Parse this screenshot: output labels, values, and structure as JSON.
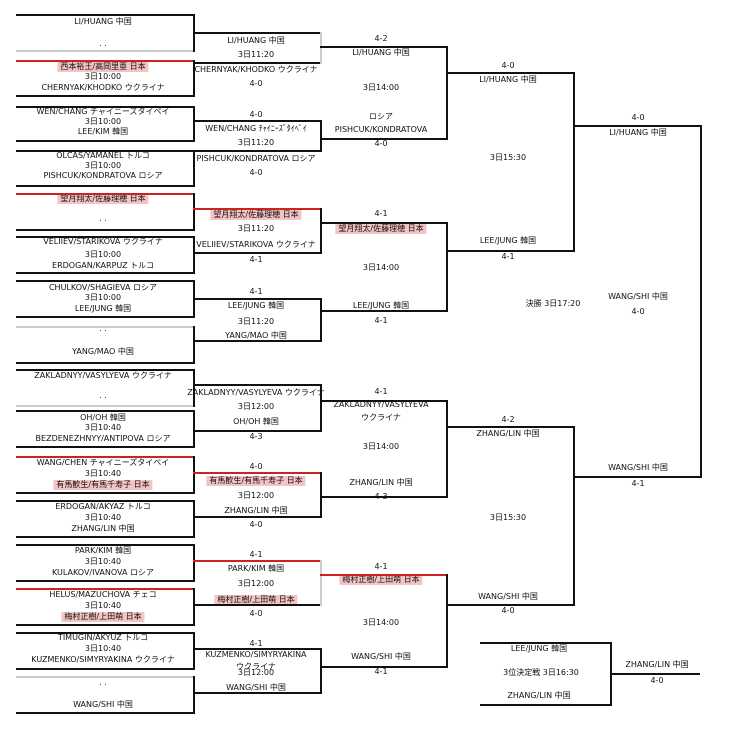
{
  "colors": {
    "line": "#111111",
    "faint": "#cccccc",
    "japan_line": "#cc2222",
    "japan_bg": "#f4c4c4"
  },
  "r1": [
    {
      "team": "LI/HUANG 中国"
    },
    {
      "team": ". ."
    },
    {
      "team": "西本裕王/高岡里亜 日本",
      "japan": true
    },
    {
      "time": "3日10:00"
    },
    {
      "team": "CHERNYAK/KHODKO ウクライナ"
    },
    {
      "team": "WEN/CHANG チャイニーズタイペイ"
    },
    {
      "time": "3日10:00"
    },
    {
      "team": "LEE/KIM 韓国"
    },
    {
      "team": "OLCAS/YAMANEL トルコ"
    },
    {
      "time": "3日10:00"
    },
    {
      "team": "PISHCUK/KONDRATOVA ロシア"
    },
    {
      "team": "望月翔太/佐藤理穂 日本",
      "japan": true
    },
    {
      "team": ". ."
    },
    {
      "team": "VELIIEV/STARIKOVA ウクライナ"
    },
    {
      "time": "3日10:00"
    },
    {
      "team": "ERDOGAN/KARPUZ トルコ"
    },
    {
      "team": "CHULKOV/SHAGIEVA ロシア"
    },
    {
      "time": "3日10:00"
    },
    {
      "team": "LEE/JUNG 韓国"
    },
    {
      "team": ". ."
    },
    {
      "team": "YANG/MAO 中国"
    },
    {
      "team": "ZAKLADNYY/VASYLYEVA ウクライナ"
    },
    {
      "team": ". ."
    },
    {
      "team": "OH/OH 韓国"
    },
    {
      "time": "3日10:40"
    },
    {
      "team": "BEZDENEZHNYY/ANTIPOVA ロシア"
    },
    {
      "team": "WANG/CHEN チャイニーズタイペイ"
    },
    {
      "time": "3日10:40"
    },
    {
      "team": "有馬歓生/有馬千寿子 日本",
      "japan": true
    },
    {
      "team": "ERDOGAN/AKYAZ トルコ"
    },
    {
      "time": "3日10:40"
    },
    {
      "team": "ZHANG/LIN 中国"
    },
    {
      "team": "PARK/KIM 韓国"
    },
    {
      "time": "3日10:40"
    },
    {
      "team": "KULAKOV/IVANOVA ロシア"
    },
    {
      "team": "HELUS/MAZUCHOVA チェコ"
    },
    {
      "time": "3日10:40"
    },
    {
      "team": "梅村正樹/上田萌 日本",
      "japan": true
    },
    {
      "team": "TIMUGIN/AKYUZ トルコ"
    },
    {
      "time": "3日10:40"
    },
    {
      "team": "KUZMENKO/SIMYRYAKINA ウクライナ"
    },
    {
      "team": ". ."
    },
    {
      "team": "WANG/SHI 中国"
    }
  ],
  "r2": [
    {
      "team": "LI/HUANG 中国"
    },
    {
      "time": "3日11:20"
    },
    {
      "team": "CHERNYAK/KHODKO ウクライナ"
    },
    {
      "score": "4-0"
    },
    {
      "score": "4-0"
    },
    {
      "team": "WEN/CHANG ﾁｬｲﾆｰｽﾞﾀｲﾍﾟｲ"
    },
    {
      "time": "3日11:20"
    },
    {
      "team": "PISHCUK/KONDRATOVA ロシア"
    },
    {
      "score": "4-0"
    },
    {
      "team": "望月翔太/佐藤理穂 日本",
      "japan": true
    },
    {
      "time": "3日11:20"
    },
    {
      "team": "VELIIEV/STARIKOVA ウクライナ"
    },
    {
      "score": "4-1"
    },
    {
      "score": "4-1"
    },
    {
      "team": "LEE/JUNG 韓国"
    },
    {
      "time": "3日11:20"
    },
    {
      "team": "YANG/MAO 中国"
    },
    {
      "team": "ZAKLADNYY/VASYLYEVA ウクライナ"
    },
    {
      "time": "3日12:00"
    },
    {
      "team": "OH/OH 韓国"
    },
    {
      "score": "4-3"
    },
    {
      "score": "4-0"
    },
    {
      "team": "有馬歓生/有馬千寿子 日本",
      "japan": true
    },
    {
      "time": "3日12:00"
    },
    {
      "team": "ZHANG/LIN 中国"
    },
    {
      "score": "4-0"
    },
    {
      "score": "4-1"
    },
    {
      "team": "PARK/KIM 韓国"
    },
    {
      "time": "3日12:00"
    },
    {
      "team": "梅村正樹/上田萌 日本",
      "japan": true
    },
    {
      "score": "4-0"
    },
    {
      "score": "4-1"
    },
    {
      "team": "KUZMENKO/SIMYRYAKINA"
    },
    {
      "team": "ウクライナ"
    },
    {
      "time": "3日12:00"
    },
    {
      "team": "WANG/SHI 中国"
    }
  ],
  "r3": [
    {
      "score": "4-2"
    },
    {
      "team": "LI/HUANG 中国"
    },
    {
      "time": "3日14:00"
    },
    {
      "team": "ロシア"
    },
    {
      "team": "PISHCUK/KONDRATOVA"
    },
    {
      "score": "4-0"
    },
    {
      "score": "4-1"
    },
    {
      "team": "望月翔太/佐藤理穂 日本",
      "japan": true
    },
    {
      "time": "3日14:00"
    },
    {
      "team": "LEE/JUNG 韓国"
    },
    {
      "score": "4-1"
    },
    {
      "score": "4-1"
    },
    {
      "team": "ZAKLADNYY/VASYLYEVA"
    },
    {
      "team": "ウクライナ"
    },
    {
      "time": "3日14:00"
    },
    {
      "team": "ZHANG/LIN 中国"
    },
    {
      "score": "4-3"
    },
    {
      "score": "4-1"
    },
    {
      "team": "梅村正樹/上田萌 日本",
      "japan": true
    },
    {
      "time": "3日14:00"
    },
    {
      "team": "WANG/SHI 中国"
    },
    {
      "score": "4-1"
    }
  ],
  "r4": [
    {
      "score": "4-0"
    },
    {
      "team": "LI/HUANG 中国"
    },
    {
      "time": "3日15:30"
    },
    {
      "team": "LEE/JUNG 韓国"
    },
    {
      "score": "4-1"
    },
    {
      "score": "4-2"
    },
    {
      "team": "ZHANG/LIN 中国"
    },
    {
      "time": "3日15:30"
    },
    {
      "team": "WANG/SHI 中国"
    },
    {
      "score": "4-0"
    }
  ],
  "r5": [
    {
      "score": "4-0"
    },
    {
      "team": "LI/HUANG 中国"
    },
    {
      "team": "WANG/SHI 中国"
    },
    {
      "score": "4-1"
    }
  ],
  "final": {
    "label": "決勝 3日17:20",
    "winner": "WANG/SHI 中国",
    "score": "4-0"
  },
  "third": {
    "top": "LEE/JUNG 韓国",
    "label": "3位決定戦 3日16:30",
    "bottom": "ZHANG/LIN 中国",
    "winner": "ZHANG/LIN 中国",
    "score": "4-0"
  }
}
